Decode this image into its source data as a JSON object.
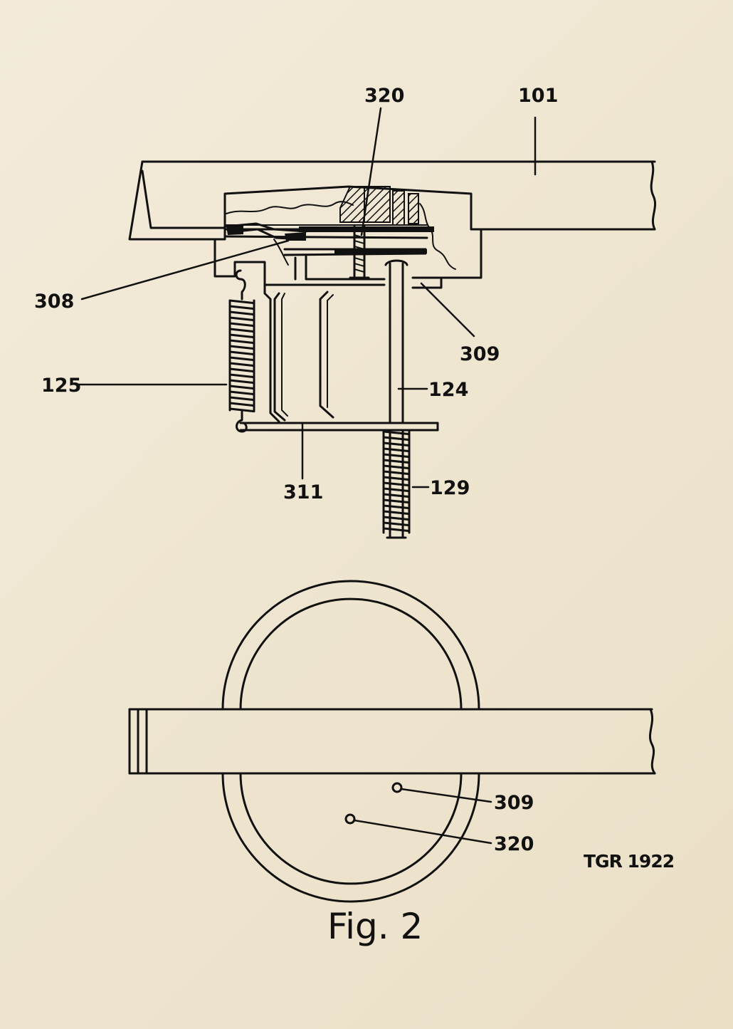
{
  "labels": {
    "l320_top": "320",
    "l101": "101",
    "l308": "308",
    "l309_top": "309",
    "l125": "125",
    "l124": "124",
    "l311": "311",
    "l129": "129",
    "l309_bottom": "309",
    "l320_bottom": "320"
  },
  "figure_title": "Fig. 2",
  "drawing_code": "TGR 1922"
}
